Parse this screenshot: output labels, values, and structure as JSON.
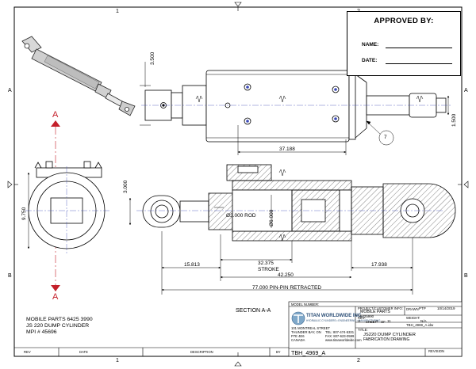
{
  "zones": {
    "top": [
      "1",
      "2"
    ],
    "side": [
      "A",
      "B"
    ]
  },
  "approval": {
    "title": "APPROVED BY:",
    "name_label": "NAME:",
    "date_label": "DATE:"
  },
  "section_markers": {
    "top": "A",
    "bottom": "A"
  },
  "dimensions": {
    "d1": "3.500",
    "d2": "1.500",
    "d3": "37.188",
    "balloon": "7",
    "d4": "3.000",
    "d5": "9.750",
    "rod": "Ø3.000 ROD",
    "bore": "Ø6.000",
    "d6": "15.813",
    "d7": "32.375",
    "stroke": "STROKE",
    "d8": "17.938",
    "d9": "42.250",
    "d10": "77.000 PIN-PIN RETRACTED"
  },
  "notes": [
    "MOBILE PARTS 6425 3990",
    "JS 220 DUMP CYLINDER",
    "MPI # 45696"
  ],
  "section_label": "SECTION A-A",
  "title_block": {
    "model_number_label": "MODEL NUMBER:",
    "company": "TITAN WORLDWIDE INC.",
    "company_sub": "HYDRAULIC CYLINDERS • ENGINEERING • MANUFACTURING",
    "address": [
      "101 MONTREAL STREET",
      "THUNDER BAY, ON",
      "P7E 4E6",
      "CANADA"
    ],
    "phone": "TEL: 807-474-5331",
    "fax": "FAX: 807-623-0599",
    "web": "www.titanworldwide.com",
    "project_label": "PROJECT/CUSTOMER INFO:",
    "customer": "MOBILE PARTS",
    "customer_no": "6425990",
    "drawn_label": "DRAWN",
    "drawn": "PTP",
    "date": "10/14/2019",
    "rev_label": "REV:",
    "rev": "A",
    "sheet_label": "SHEET",
    "sheet": "1",
    "of_label": "OF",
    "of": "11",
    "weight_label": "WEIGHT:",
    "weight": "N/A",
    "file": "TBH_4969_A.idw",
    "title_label": "TITLE:",
    "title_line1": "JS220 DUMP CYLINDER",
    "title_line2": "FABRICATION DRAWING",
    "part_number": "TBH_4969_A",
    "revision_label": "REVISION",
    "rev_table": [
      "REV",
      "DATE",
      "DESCRIPTION",
      "BY"
    ]
  }
}
